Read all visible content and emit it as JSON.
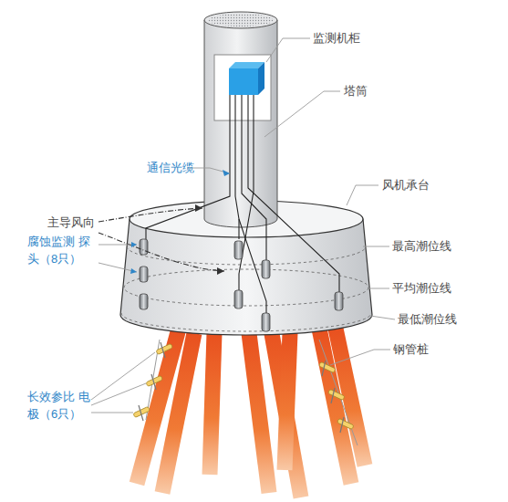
{
  "diagram": {
    "labels": [
      "监测机柜",
      "塔筒",
      "通信光缆",
      "风机承台",
      "主导风向",
      "腐蚀监测 探头（8只）",
      "最高潮位线",
      "平均潮位线",
      "最低潮位线",
      "钢管桩",
      "长效参比 电极（6只）"
    ]
  }
}
